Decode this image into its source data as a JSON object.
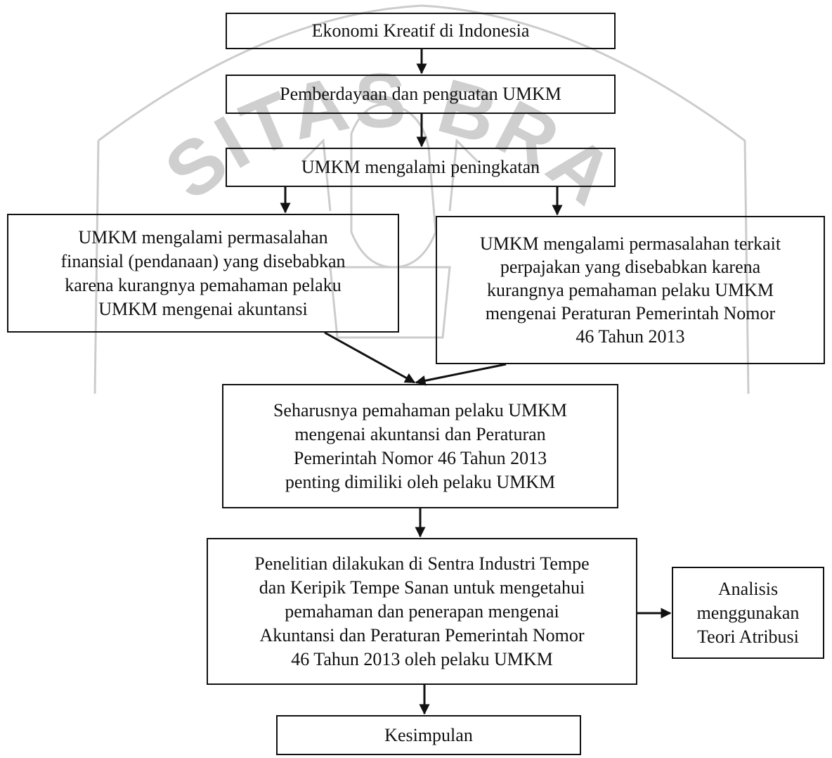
{
  "watermark": {
    "text": "UNIVERSITAS BRAWIJAYA",
    "color": "#c8c8c8"
  },
  "flowchart": {
    "nodes": {
      "ekonomi_kreatif": "Ekonomi  Kreatif di Indonesia",
      "pemberdayaan": "Pemberdayaan dan penguatan  UMKM",
      "peningkatan": "UMKM mengalami  peningkatan",
      "masalah_finansial": [
        "UMKM mengalami  permasalahan",
        "finansial  (pendanaan) yang disebabkan",
        "karena kurangnya pemahaman pelaku",
        "UMKM mengenai  akuntansi"
      ],
      "masalah_perpajakan": [
        "UMKM mengalami  permasalahan terkait",
        "perpajakan yang disebabkan karena",
        "kurangnya  pemahaman pelaku UMKM",
        "mengenai  Peraturan Pemerintah  Nomor",
        "46 Tahun 2013"
      ],
      "seharusnya": [
        "Seharusnya pemahaman pelaku UMKM",
        "mengenai akuntansi  dan Peraturan",
        "Pemerintah  Nomor  46 Tahun 2013",
        "penting  dimiliki  oleh pelaku UMKM"
      ],
      "penelitian": [
        "Penelitian dilakukan  di Sentra Industri Tempe",
        "dan Keripik  Tempe Sanan untuk mengetahui",
        "pemahaman  dan penerapan mengenai",
        "Akuntansi  dan Peraturan Pemerintah  Nomor",
        "46  Tahun 2013  oleh pelaku  UMKM"
      ],
      "analisis": [
        "Analisis",
        "menggunakan",
        "Teori Atribusi"
      ],
      "kesimpulan": "Kesimpulan"
    }
  }
}
